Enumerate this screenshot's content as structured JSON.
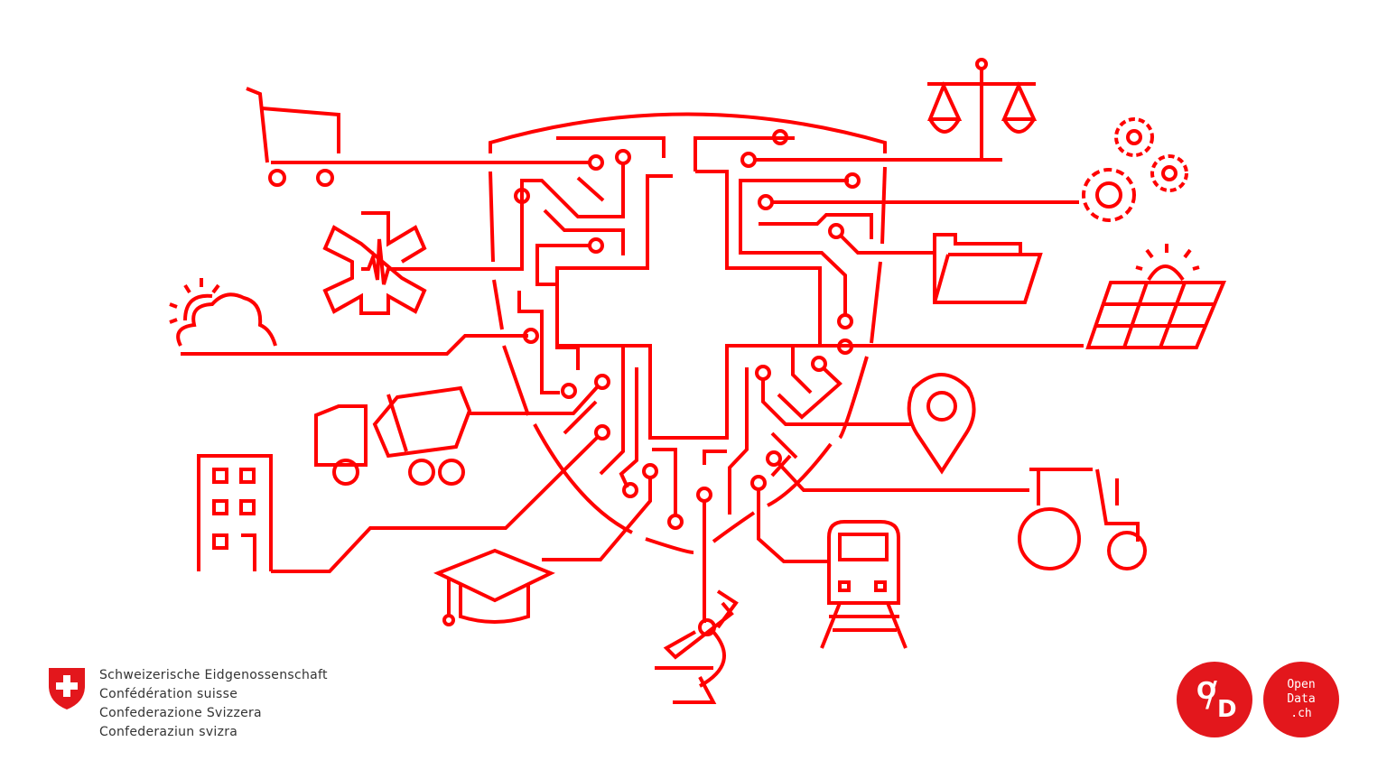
{
  "illustration": {
    "theme": "Swiss cross shield circuit board connecting open data themes",
    "stroke_color": "#ff0000",
    "icons": [
      "shopping-cart",
      "medical-star",
      "sun-cloud",
      "cement-truck",
      "building",
      "graduation-cap",
      "microscope",
      "train",
      "tractor",
      "map-pin",
      "solar-panel",
      "folder",
      "gears",
      "scales"
    ]
  },
  "federation": {
    "lines": [
      "Schweizerische Eidgenossenschaft",
      "Confédération suisse",
      "Confederazione Svizzera",
      "Confederaziun svizra"
    ],
    "shield_color": "#e3171c"
  },
  "opendata": {
    "logo_mark": {
      "top": "O",
      "slash": "/",
      "bottom": "D"
    },
    "text_lines": [
      "Open",
      "Data",
      ".ch"
    ],
    "color": "#e3171c"
  }
}
